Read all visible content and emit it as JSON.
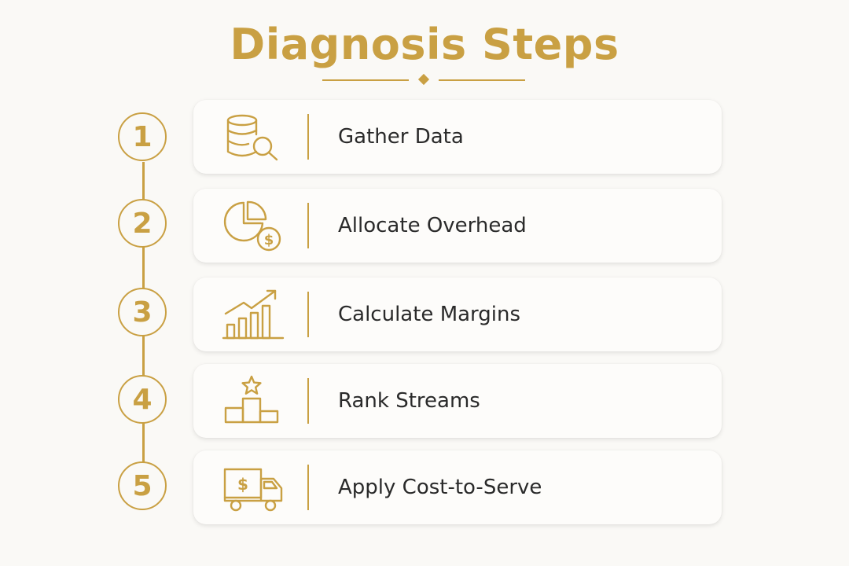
{
  "title": "Diagnosis Steps",
  "accent_color": "#c9a043",
  "steps": [
    {
      "number": "1",
      "label": "Gather Data",
      "icon": "database-search-icon"
    },
    {
      "number": "2",
      "label": "Allocate Overhead",
      "icon": "pie-chart-dollar-icon"
    },
    {
      "number": "3",
      "label": "Calculate Margins",
      "icon": "bar-chart-growth-icon"
    },
    {
      "number": "4",
      "label": "Rank Streams",
      "icon": "podium-star-icon"
    },
    {
      "number": "5",
      "label": "Apply Cost-to-Serve",
      "icon": "delivery-truck-dollar-icon"
    }
  ]
}
